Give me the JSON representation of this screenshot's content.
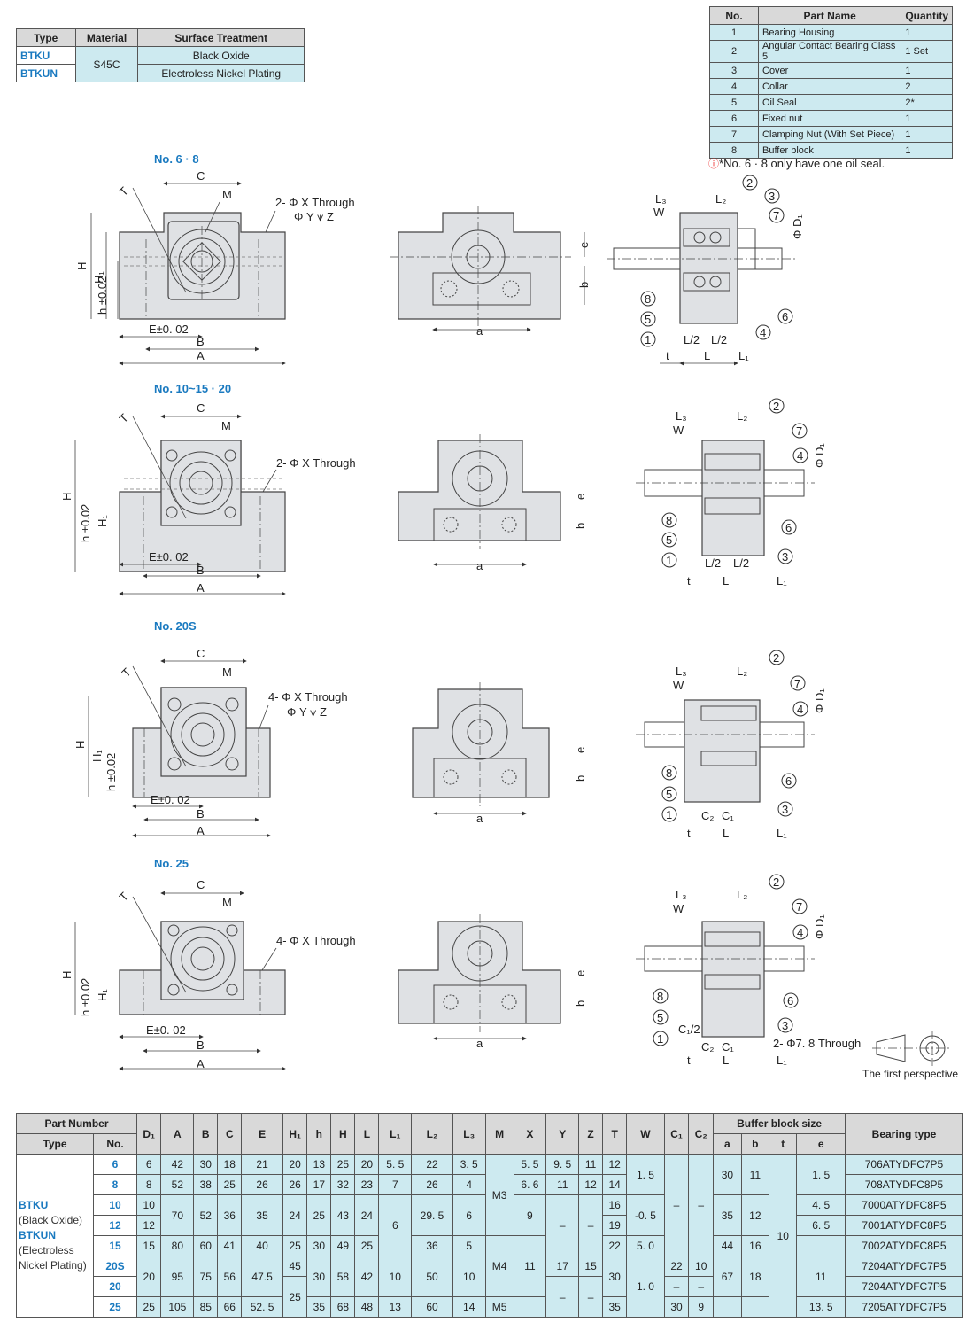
{
  "material_table": {
    "headers": [
      "Type",
      "Material",
      "Surface Treatment"
    ],
    "rows": [
      {
        "type": "BTKU",
        "material": "S45C",
        "treatment": "Black Oxide"
      },
      {
        "type": "BTKUN",
        "material": "",
        "treatment": "Electroless Nickel Plating"
      }
    ]
  },
  "parts_table": {
    "headers": [
      "No.",
      "Part Name",
      "Quantity"
    ],
    "rows": [
      {
        "no": "1",
        "name": "Bearing Housing",
        "qty": "1"
      },
      {
        "no": "2",
        "name": "Angular Contact Bearing Class 5",
        "qty": "1 Set"
      },
      {
        "no": "3",
        "name": "Cover",
        "qty": "1"
      },
      {
        "no": "4",
        "name": "Collar",
        "qty": "2"
      },
      {
        "no": "5",
        "name": "Oil Seal",
        "qty": "2*"
      },
      {
        "no": "6",
        "name": "Fixed nut",
        "qty": "1"
      },
      {
        "no": "7",
        "name": "Clamping Nut (With Set Piece)",
        "qty": "1"
      },
      {
        "no": "8",
        "name": "Buffer block",
        "qty": "1"
      }
    ],
    "note": "*No. 6 · 8 only have one oil seal."
  },
  "sections": [
    {
      "title": "No. 6 · 8",
      "through": "2- Φ X Through",
      "counterbore": "Φ Y ⩛ Z"
    },
    {
      "title": "No. 10~15 · 20",
      "through": "2- Φ X Through",
      "counterbore": ""
    },
    {
      "title": "No. 20S",
      "through": "4- Φ X Through",
      "counterbore": "Φ Y ⩛ Z"
    },
    {
      "title": "No. 25",
      "through": "4- Φ X Through",
      "counterbore": ""
    }
  ],
  "dims": {
    "T": "T",
    "C": "C",
    "M": "M",
    "H": "H",
    "H1": "H₁",
    "h": "h ±0.02",
    "E": "E±0. 02",
    "B": "B",
    "A": "A",
    "a": "a",
    "b": "b",
    "e": "e",
    "L3": "L₃",
    "W": "W",
    "L2": "L₂",
    "D1": "Φ D₁",
    "L2half": "L/2",
    "t": "t",
    "L": "L",
    "L1": "L₁",
    "C1": "C₁",
    "C2": "C₂",
    "C1half": "C₁/2",
    "through25": "2- Φ7. 8 Through"
  },
  "perspective_label": "The first perspective",
  "spec_table": {
    "part_number_header": "Part Number",
    "type_header": "Type",
    "no_header": "No.",
    "columns": [
      "D₁",
      "A",
      "B",
      "C",
      "E",
      "H₁",
      "h",
      "H",
      "L",
      "L₁",
      "L₂",
      "L₃",
      "M",
      "X",
      "Y",
      "Z",
      "T",
      "W",
      "C₁",
      "C₂"
    ],
    "buffer_header": "Buffer block size",
    "buffer_columns": [
      "a",
      "b",
      "t",
      "e"
    ],
    "bearing_header": "Bearing type",
    "type_label": [
      "BTKU",
      "(Black Oxide)",
      "BTKUN",
      "(Electroless",
      "Nickel Plating)"
    ],
    "rows": [
      {
        "no": "6",
        "D1": "6",
        "A": "42",
        "B": "30",
        "C": "18",
        "E": "21",
        "H1": "20",
        "h": "13",
        "H": "25",
        "L": "20",
        "L1": "5. 5",
        "L2": "22",
        "L3": "3. 5",
        "X": "5. 5",
        "Y": "9. 5",
        "Z": "11",
        "T": "12",
        "bearing": "706ATYDFC7P5"
      },
      {
        "no": "8",
        "D1": "8",
        "A": "52",
        "B": "38",
        "C": "25",
        "E": "26",
        "H1": "26",
        "h": "17",
        "H": "32",
        "L": "23",
        "L1": "7",
        "L2": "26",
        "L3": "4",
        "X": "6. 6",
        "Y": "11",
        "Z": "12",
        "T": "14",
        "bearing": "708ATYDFC8P5"
      },
      {
        "no": "10",
        "D1": "10",
        "H1": "24",
        "h": "25",
        "H": "43",
        "L": "24",
        "T": "16",
        "e": "4. 5",
        "bearing": "7000ATYDFC8P5"
      },
      {
        "no": "12",
        "D1": "12",
        "T": "19",
        "e": "6. 5",
        "bearing": "7001ATYDFC8P5"
      },
      {
        "no": "15",
        "D1": "15",
        "A": "80",
        "B": "60",
        "C": "41",
        "E": "40",
        "H1": "25",
        "h": "30",
        "H": "49",
        "L": "25",
        "L2": "36",
        "L3": "5",
        "T": "22",
        "W": "5. 0",
        "a": "44",
        "b": "16",
        "bearing": "7002ATYDFC8P5"
      },
      {
        "no": "20S",
        "H1": "45",
        "Y": "17",
        "Z": "15",
        "C1": "22",
        "C2": "10",
        "e": "11",
        "bearing": "7204ATYDFC7P5"
      },
      {
        "no": "20",
        "C1": "–",
        "C2": "–",
        "bearing": "7204ATYDFC7P5"
      },
      {
        "no": "25",
        "D1": "25",
        "A": "105",
        "B": "85",
        "C": "66",
        "E": "52. 5",
        "h": "35",
        "H": "68",
        "L": "48",
        "L1": "13",
        "L2": "60",
        "L3": "14",
        "M": "M5",
        "T": "35",
        "C1": "30",
        "C2": "9",
        "e": "13. 5",
        "bearing": "7205ATYDFC7P5"
      }
    ],
    "merged": {
      "W_6_8": "1. 5",
      "a_6_8": "30",
      "b_6_8": "11",
      "e_6_8": "1. 5",
      "M_6_12": "M3",
      "A_10_12": "70",
      "B_10_12": "52",
      "C_10_12": "36",
      "E_10_12": "35",
      "L1_10_15": "6",
      "L2_10_12": "29. 5",
      "L3_10_12": "6",
      "X_10_12": "9",
      "Y_10_15": "–",
      "Z_10_15": "–",
      "W_10_12": "-0. 5",
      "C1_6_15": "–",
      "C2_6_15": "–",
      "a_10_12": "35",
      "b_10_12": "12",
      "t_all": "10",
      "M_15_20": "M4",
      "X_15_20": "11",
      "D1_20": "20",
      "A_20": "95",
      "B_20": "75",
      "C_20": "56",
      "E_20": "47.5",
      "H1_20_25": "25",
      "h_20": "30",
      "H_20": "58",
      "L_20": "42",
      "L1_20": "10",
      "L2_20": "50",
      "L3_20": "10",
      "Y_20_25": "–",
      "Z_20_25": "–",
      "T_20": "30",
      "W_20_25": "1. 0",
      "a_20": "67",
      "b_20": "18"
    }
  }
}
